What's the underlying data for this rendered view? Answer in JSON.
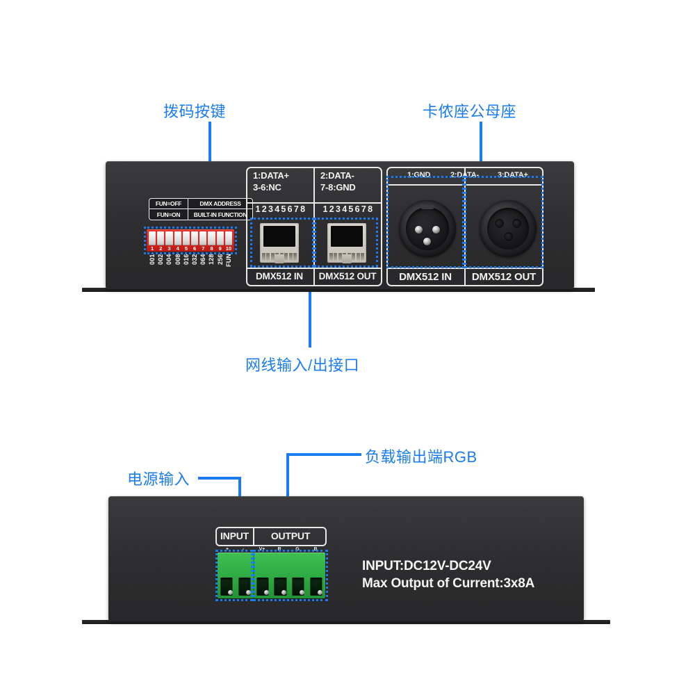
{
  "annotations": {
    "dip_switch": "拨码按键",
    "xlr_sockets": "卡侬座公母座",
    "rj45_ports": "网线输入/出接口",
    "power_input": "电源输入",
    "load_output": "负载输出端RGB"
  },
  "accent_color": "#1a7cf0",
  "top_unit": {
    "fun_table": {
      "rows": [
        [
          "FUN=OFF",
          "DMX ADDRESS"
        ],
        [
          "FUN=ON",
          "BUILT-IN FUNCTION"
        ]
      ]
    },
    "dip": {
      "numbers": [
        "1",
        "2",
        "3",
        "4",
        "5",
        "6",
        "7",
        "8",
        "9",
        "10"
      ],
      "values": [
        "001",
        "002",
        "004",
        "008",
        "016",
        "032",
        "064",
        "128",
        "256",
        "FUN"
      ]
    },
    "rj45": [
      {
        "pinout_line1": "1:DATA+",
        "pinout_line2": "3-6:NC",
        "pin_numbers": "1 2 3 4 5 6 7 8",
        "label": "DMX512 IN"
      },
      {
        "pinout_line1": "2:DATA-",
        "pinout_line2": "7-8:GND",
        "pin_numbers": "1 2 3 4 5 6 7 8",
        "label": "DMX512 OUT"
      }
    ],
    "xlr": {
      "pinout": [
        "1:GND",
        "2:DATA-",
        "3:DATA+"
      ],
      "connectors": [
        {
          "label": "DMX512 IN",
          "gender": "male"
        },
        {
          "label": "DMX512 OUT",
          "gender": "female"
        }
      ]
    }
  },
  "bottom_unit": {
    "terminal": {
      "input_label": "INPUT",
      "output_label": "OUTPUT",
      "input_pins": [
        "+",
        "-"
      ],
      "output_pins": [
        "V+",
        "R",
        "G",
        "B"
      ]
    },
    "spec_line1": "INPUT:DC12V-DC24V",
    "spec_line2": "Max Output of Current:3x8A"
  }
}
